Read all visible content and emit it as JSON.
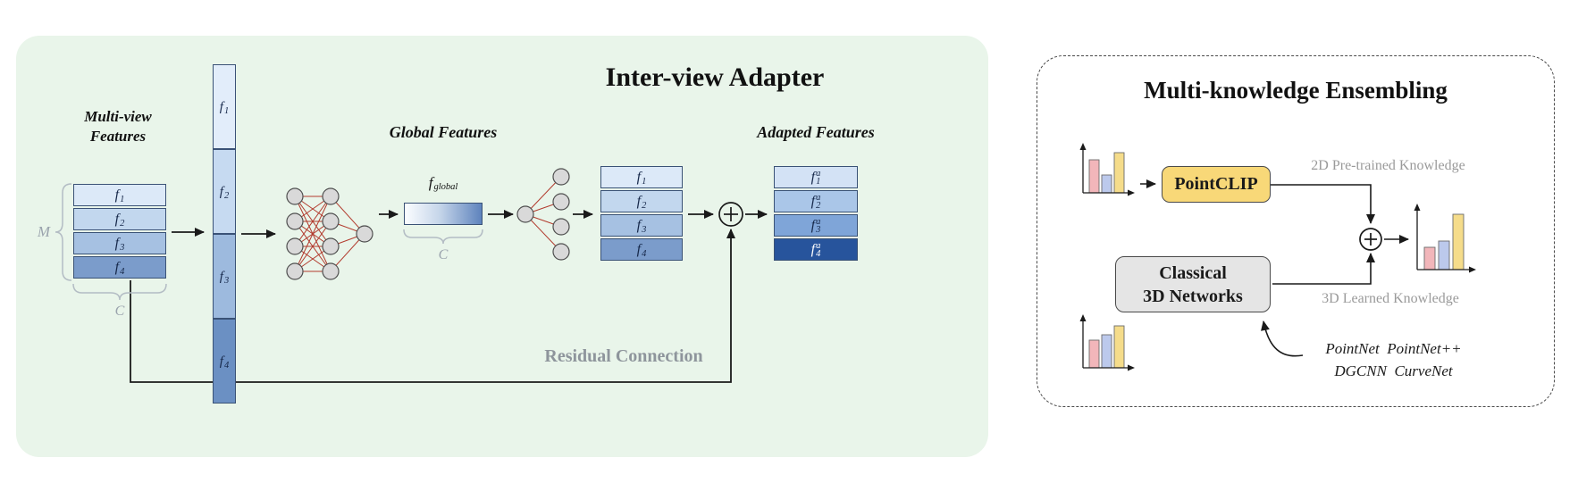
{
  "colors": {
    "panel_bg": "#e9f5ea",
    "pointclip_fill": "#f8d878",
    "classical_fill": "#e5e5e5",
    "bar_pink": "#f2b6ba",
    "bar_blue": "#bcc9ec",
    "bar_yellow": "#f5dc8a"
  },
  "left_panel": {
    "title": "Inter-view Adapter",
    "multiview_label": {
      "line1": "Multi-view",
      "line2": "Features"
    },
    "m_label": "M",
    "c_label": "C",
    "global_c_label": "C",
    "global_features_label": "Global Features",
    "adapted_features_label": "Adapted Features",
    "residual_label": "Residual Connection",
    "fglobal": {
      "base": "f",
      "sub": "global"
    },
    "stack1": {
      "items": [
        {
          "base": "f",
          "sub": "1",
          "sup": "",
          "color": "#dce9f8"
        },
        {
          "base": "f",
          "sub": "2",
          "sup": "",
          "color": "#c2d7ee"
        },
        {
          "base": "f",
          "sub": "3",
          "sup": "",
          "color": "#a6c1e2"
        },
        {
          "base": "f",
          "sub": "4",
          "sup": "",
          "color": "#7b9ccb"
        }
      ]
    },
    "column": {
      "items": [
        {
          "base": "f",
          "sub": "1",
          "sup": "",
          "color": "#e2edfa"
        },
        {
          "base": "f",
          "sub": "2",
          "sup": "",
          "color": "#c6daf1"
        },
        {
          "base": "f",
          "sub": "3",
          "sup": "",
          "color": "#9dbade"
        },
        {
          "base": "f",
          "sub": "4",
          "sup": "",
          "color": "#6b90c3"
        }
      ]
    },
    "stack2": {
      "items": [
        {
          "base": "f",
          "sub": "1",
          "sup": "",
          "color": "#dce9f8"
        },
        {
          "base": "f",
          "sub": "2",
          "sup": "",
          "color": "#c2d7ee"
        },
        {
          "base": "f",
          "sub": "3",
          "sup": "",
          "color": "#a6c1e2"
        },
        {
          "base": "f",
          "sub": "4",
          "sup": "",
          "color": "#7b9ccb"
        }
      ]
    },
    "adapted": {
      "items": [
        {
          "base": "f",
          "sub": "1",
          "sup": "a",
          "color": "#d3e2f5",
          "text_color": "#16284a"
        },
        {
          "base": "f",
          "sub": "2",
          "sup": "a",
          "color": "#aac6e8",
          "text_color": "#16284a"
        },
        {
          "base": "f",
          "sub": "3",
          "sup": "a",
          "color": "#7fa5d8",
          "text_color": "#16284a"
        },
        {
          "base": "f",
          "sub": "4",
          "sup": "a",
          "color": "#27549c",
          "text_color": "#ffffff"
        }
      ]
    }
  },
  "right_panel": {
    "title": "Multi-knowledge Ensembling",
    "pointclip_label": "PointCLIP",
    "classical_label": {
      "line1": "Classical",
      "line2": "3D Networks"
    },
    "knowledge_2d_label": "2D Pre-trained Knowledge",
    "knowledge_3d_label": "3D Learned Knowledge",
    "networks_label": {
      "line1": "PointNet  PointNet++",
      "line2": "DGCNN  CurveNet"
    }
  }
}
